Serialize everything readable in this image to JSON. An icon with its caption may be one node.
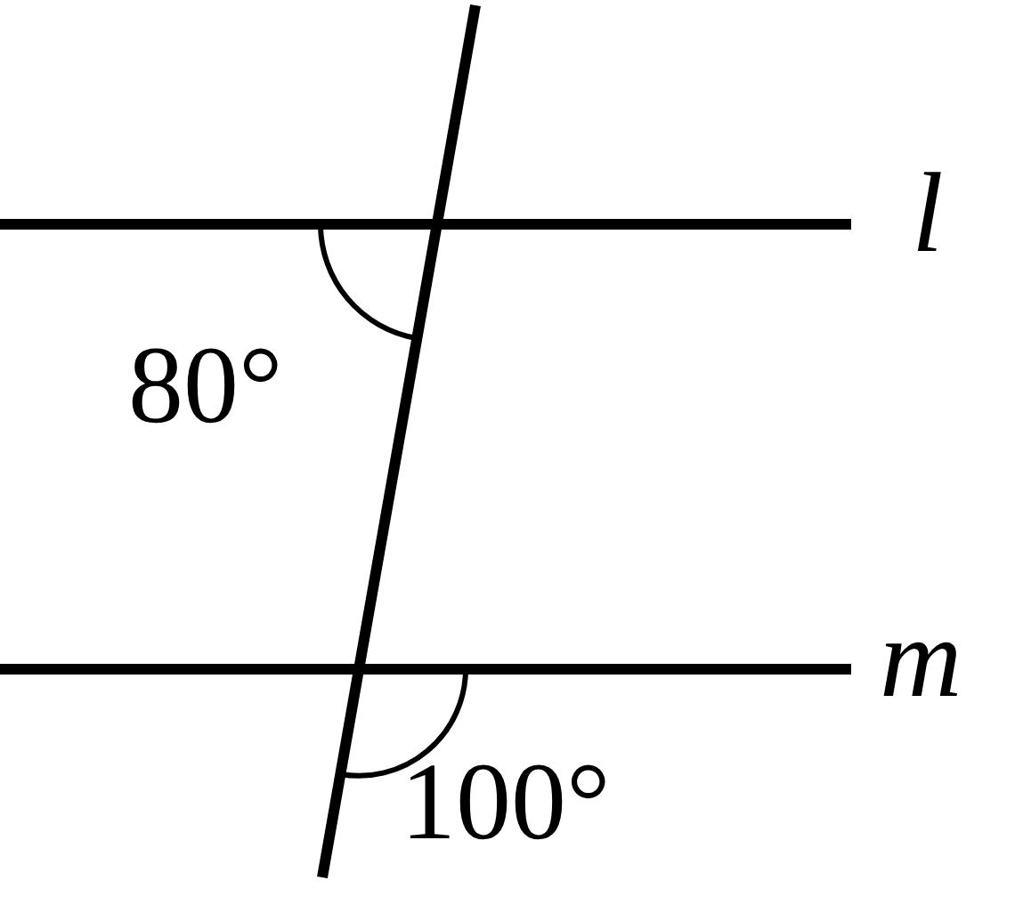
{
  "diagram": {
    "labels": [
      "l",
      "m",
      "80°",
      "100°"
    ]
  }
}
